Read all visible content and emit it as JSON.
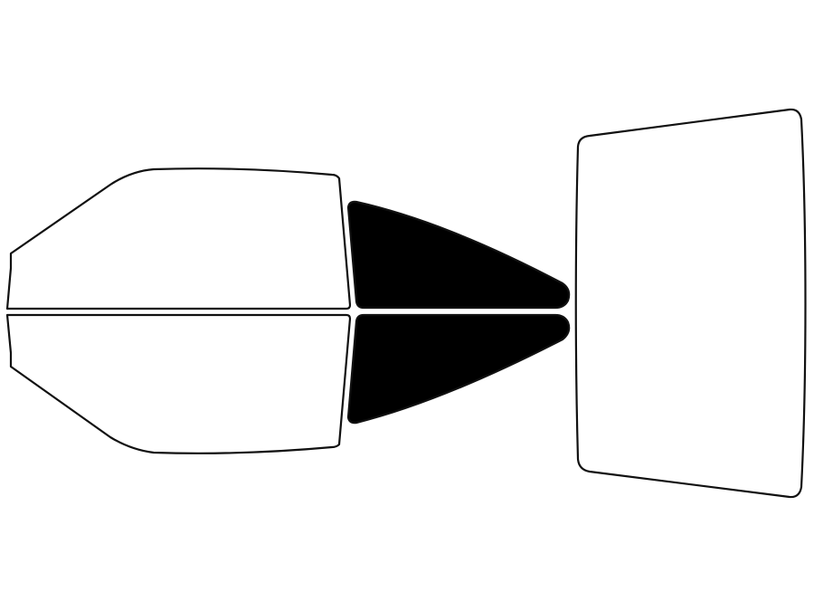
{
  "colors": {
    "background": "#ffffff",
    "outline": "#111111",
    "tinted": "#000000",
    "untinted": "#ffffff"
  },
  "windows": [
    {
      "key": "front-door-upper",
      "tinted": false
    },
    {
      "key": "front-door-lower",
      "tinted": false
    },
    {
      "key": "rear-quarter-upper",
      "tinted": true
    },
    {
      "key": "rear-quarter-lower",
      "tinted": true
    },
    {
      "key": "rear-windshield",
      "tinted": false
    }
  ]
}
